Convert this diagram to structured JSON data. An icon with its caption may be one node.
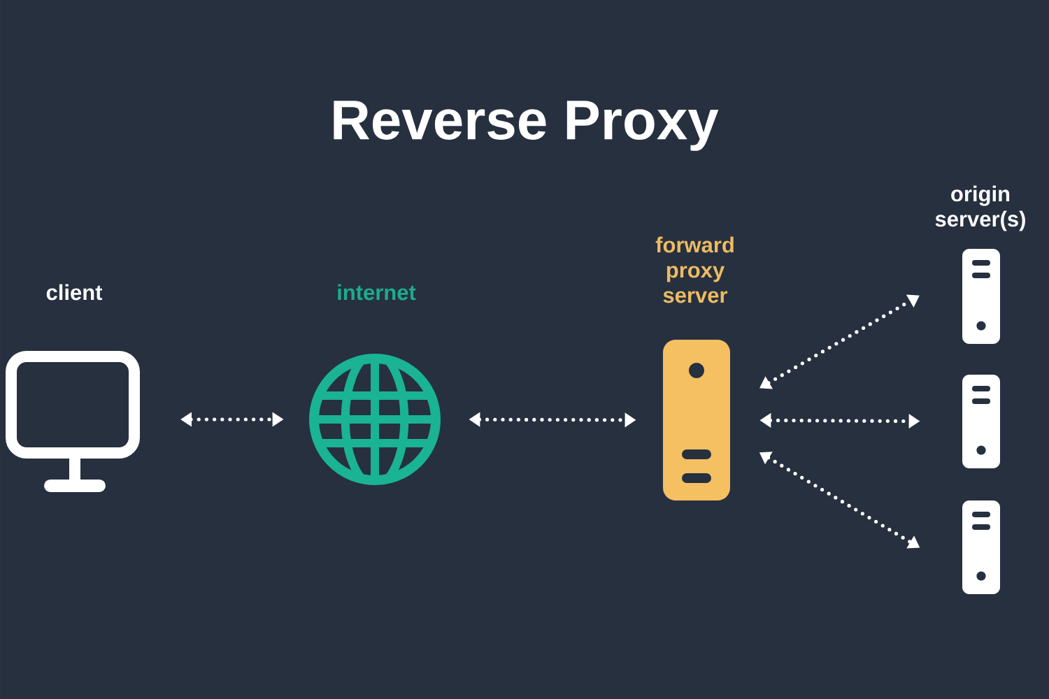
{
  "diagram": {
    "title": "Reverse Proxy",
    "nodes": [
      {
        "text": [
          "client"
        ]
      },
      {
        "text": [
          "internet"
        ]
      },
      {
        "text": [
          "forward proxy server"
        ]
      },
      {
        "text": [
          "origin server(s)"
        ]
      },
      {
        "text": [],
        "shape": "box"
      },
      {
        "text": [],
        "shape": "box"
      }
    ],
    "edges": [
      {
        "from": 0,
        "to": 1,
        "arrow": "both"
      },
      {
        "from": 1,
        "to": 2,
        "arrow": "both"
      },
      {
        "from": 2,
        "to": 3,
        "arrow": "both"
      },
      {
        "from": 2,
        "to": 4,
        "arrow": "both"
      },
      {
        "from": 2,
        "to": 5,
        "arrow": "both"
      }
    ]
  }
}
